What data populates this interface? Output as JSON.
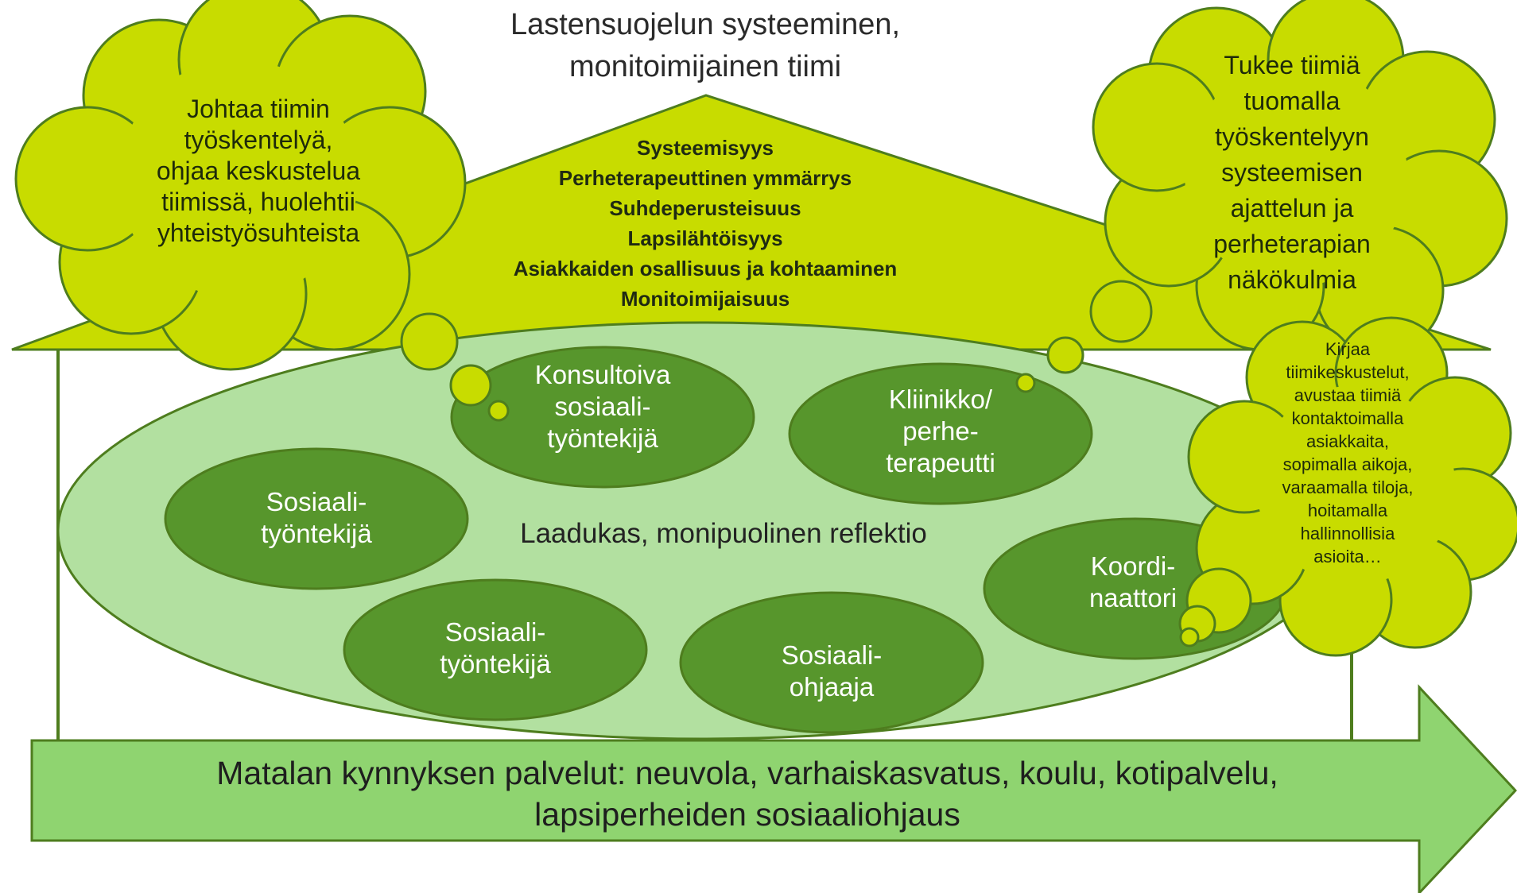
{
  "title": {
    "line1": "Lastensuojelun systeeminen,",
    "line2": "monitoimijainen tiimi"
  },
  "roof_items": [
    "Systeemisyys",
    "Perheterapeuttinen ymmärrys",
    "Suhdeperusteisuus",
    "Lapsilähtöisyys",
    "Asiakkaiden osallisuus ja kohtaaminen",
    "Monitoimijaisuus"
  ],
  "center_label": "Laadukas, monipuolinen reflektio",
  "roles": {
    "consultant": [
      "Konsultoiva",
      "sosiaali-",
      "työntekijä"
    ],
    "clinician": [
      "Kliinikko/",
      "perhe-",
      "terapeutti"
    ],
    "social_worker_1": [
      "Sosiaali-",
      "työntekijä"
    ],
    "social_worker_2": [
      "Sosiaali-",
      "työntekijä"
    ],
    "social_counsellor": [
      "Sosiaali-",
      "ohjaaja"
    ],
    "coordinator": [
      "Koordi-",
      "naattori"
    ]
  },
  "clouds": {
    "left": [
      "Johtaa tiimin",
      "työskentelyä,",
      "ohjaa keskustelua",
      "tiimissä, huolehtii",
      "yhteistyösuhteista"
    ],
    "right": [
      "Tukee tiimiä",
      "tuomalla",
      "työskentelyyn",
      "systeemisen",
      "ajattelun ja",
      "perheterapian",
      "näkökulmia"
    ],
    "coordinator": [
      "Kirjaa",
      "tiimikeskustelut,",
      "avustaa tiimiä",
      "kontaktoimalla",
      "asiakkaita,",
      "sopimalla aikoja,",
      "varaamalla tiloja,",
      "hoitamalla",
      "hallinnollisia",
      "asioita…"
    ]
  },
  "arrow": {
    "line1": "Matalan kynnyksen palvelut: neuvola, varhaiskasvatus, koulu, kotipalvelu,",
    "line2": "lapsiperheiden sosiaaliohjaus"
  },
  "colors": {
    "roof": "#c8dc00",
    "cloud": "#c8dc00",
    "outline": "#4e7d1e",
    "big_ellipse": "#b2e0a0",
    "role_ellipse": "#57962c",
    "arrow": "#8fd470"
  }
}
